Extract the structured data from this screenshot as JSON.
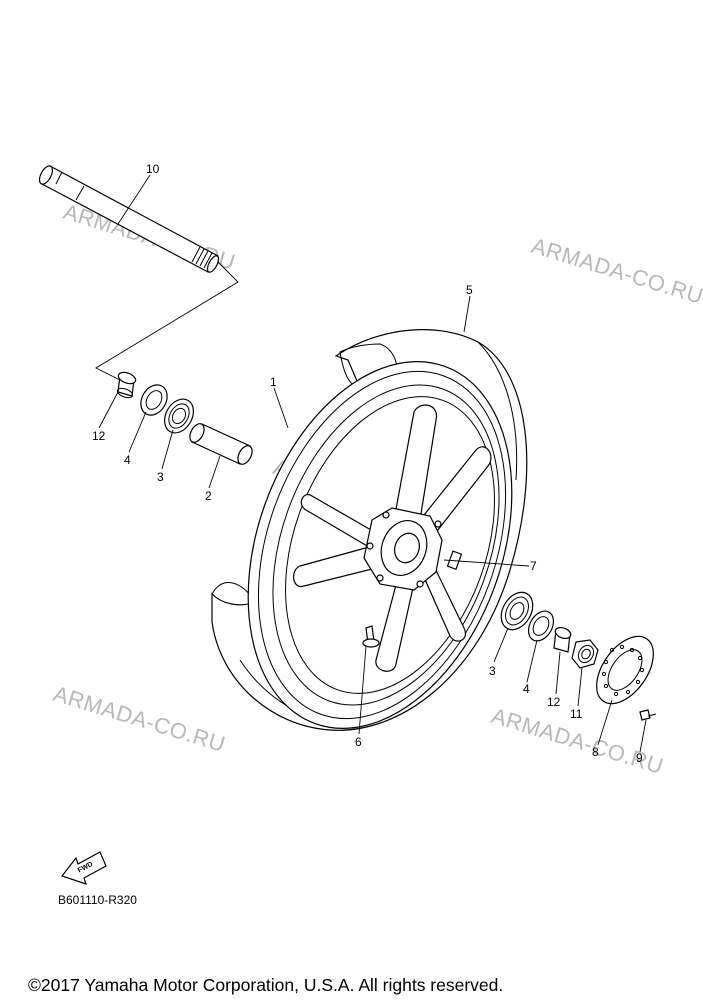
{
  "diagram": {
    "part_numbers": {
      "p1": "1",
      "p2": "2",
      "p3a": "3",
      "p3b": "3",
      "p4a": "4",
      "p4b": "4",
      "p5": "5",
      "p6": "6",
      "p7": "7",
      "p8": "8",
      "p9": "9",
      "p10": "10",
      "p11": "11",
      "p12a": "12",
      "p12b": "12"
    },
    "watermark": "ARMADA-CO.RU",
    "fwd_label": "FWD",
    "drawing_code": "B601110-R320",
    "copyright": "©2017 Yamaha Motor Corporation, U.S.A. All rights reserved."
  }
}
